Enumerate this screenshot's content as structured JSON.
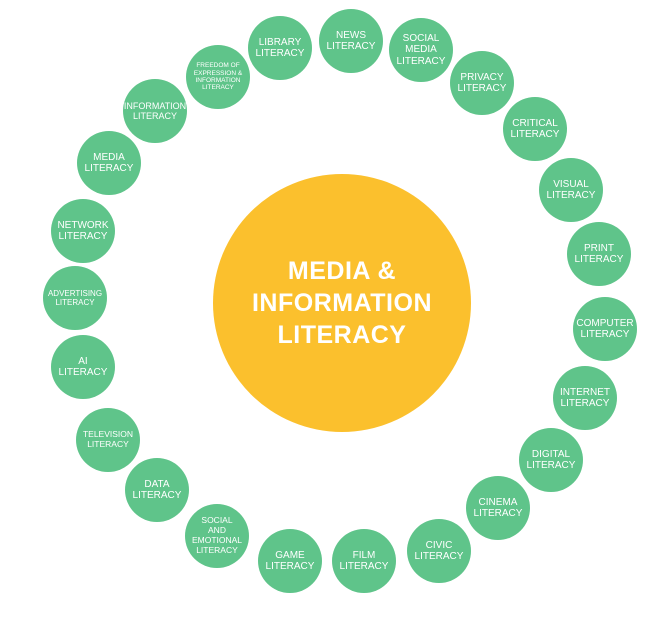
{
  "diagram": {
    "center": {
      "label": "MEDIA &\nINFORMATION\nLITERACY",
      "color": "#FBC02D"
    },
    "node_color": "#5FC48A",
    "nodes": [
      {
        "label": "NEWS\nLITERACY"
      },
      {
        "label": "SOCIAL\nMEDIA\nLITERACY"
      },
      {
        "label": "PRIVACY\nLITERACY"
      },
      {
        "label": "CRITICAL\nLITERACY"
      },
      {
        "label": "VISUAL\nLITERACY"
      },
      {
        "label": "PRINT\nLITERACY"
      },
      {
        "label": "COMPUTER\nLITERACY"
      },
      {
        "label": "INTERNET\nLITERACY"
      },
      {
        "label": "DIGITAL\nLITERACY"
      },
      {
        "label": "CINEMA\nLITERACY"
      },
      {
        "label": "CIVIC\nLITERACY"
      },
      {
        "label": "FILM\nLITERACY"
      },
      {
        "label": "GAME\nLITERACY"
      },
      {
        "label": "SOCIAL\nAND\nEMOTIONAL\nLITERACY"
      },
      {
        "label": "DATA\nLITERACY"
      },
      {
        "label": "TELEVISION\nLITERACY"
      },
      {
        "label": "AI\nLITERACY"
      },
      {
        "label": "ADVERTISING\nLITERACY"
      },
      {
        "label": "NETWORK\nLITERACY"
      },
      {
        "label": "MEDIA\nLITERACY"
      },
      {
        "label": "INFORMATION\nLITERACY"
      },
      {
        "label": "FREEDOM OF\nEXPRESSION &\nINFORMATION\nLITERACY"
      },
      {
        "label": "LIBRARY\nLITERACY"
      }
    ]
  }
}
